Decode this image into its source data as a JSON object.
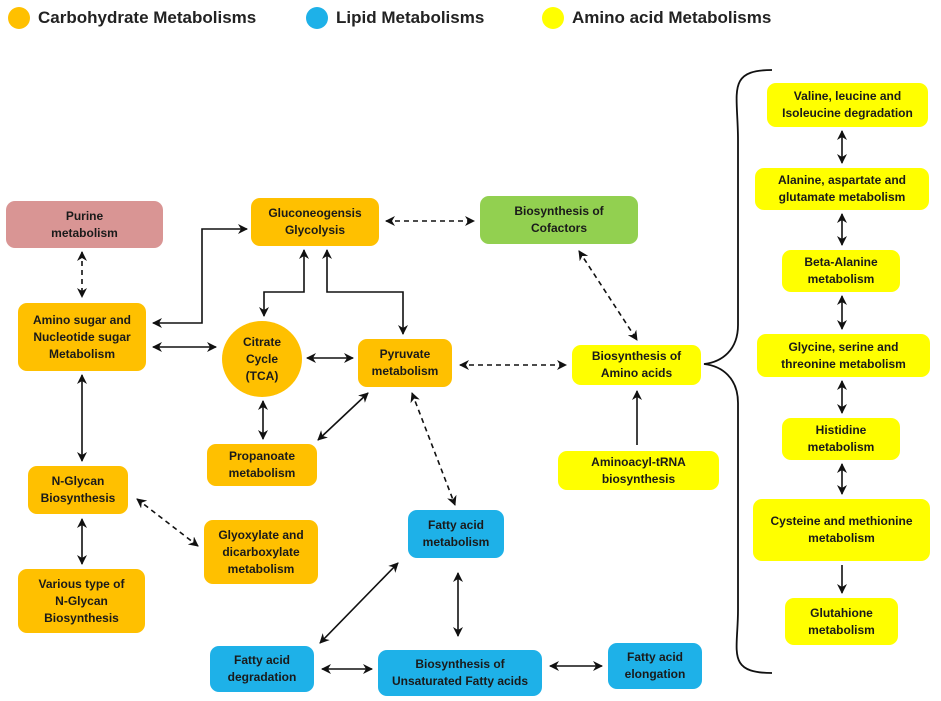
{
  "colors": {
    "carbohydrate": "#FFC000",
    "lipid": "#1EB1E8",
    "amino_acid": "#FFFF00",
    "purine": "#D99594",
    "cofactor": "#92D050",
    "arrow": "#111111"
  },
  "legend": [
    {
      "label": "Carbohydrate Metabolisms",
      "category": "carbohydrate"
    },
    {
      "label": "Lipid Metabolisms",
      "category": "lipid"
    },
    {
      "label": "Amino acid Metabolisms",
      "category": "amino_acid"
    }
  ],
  "nodes": {
    "purine": {
      "label": "Purine\nmetabolism",
      "category": "purine"
    },
    "gluconeo": {
      "label": "Gluconeogensis\nGlycolysis",
      "category": "carbohydrate"
    },
    "cofactors": {
      "label": "Biosynthesis of\nCofactors",
      "category": "cofactor"
    },
    "aminosugar": {
      "label": "Amino sugar and\nNucleotide sugar\nMetabolism",
      "category": "carbohydrate"
    },
    "tca": {
      "label": "Citrate\nCycle\n(TCA)",
      "category": "carbohydrate"
    },
    "pyruvate": {
      "label": "Pyruvate\nmetabolism",
      "category": "carbohydrate"
    },
    "bioamino": {
      "label": "Biosynthesis of\nAmino acids",
      "category": "amino_acid"
    },
    "propanoate": {
      "label": "Propanoate\nmetabolism",
      "category": "carbohydrate"
    },
    "trna": {
      "label": "Aminoacyl-tRNA\nbiosynthesis",
      "category": "amino_acid"
    },
    "nglycan": {
      "label": "N-Glycan\nBiosynthesis",
      "category": "carbohydrate"
    },
    "glyoxylate": {
      "label": "Glyoxylate and\ndicarboxylate\nmetabolism",
      "category": "carbohydrate"
    },
    "variousglycan": {
      "label": "Various type of\nN-Glycan\nBiosynthesis",
      "category": "carbohydrate"
    },
    "fattyacid": {
      "label": "Fatty acid\nmetabolism",
      "category": "lipid"
    },
    "fadegradation": {
      "label": "Fatty acid\ndegradation",
      "category": "lipid"
    },
    "unsaturated": {
      "label": "Biosynthesis of\nUnsaturated Fatty acids",
      "category": "lipid"
    },
    "faelongation": {
      "label": "Fatty acid\nelongation",
      "category": "lipid"
    },
    "valine": {
      "label": "Valine, leucine and\nIsoleucine degradation",
      "category": "amino_acid"
    },
    "alanine": {
      "label": "Alanine, aspartate and\nglutamate metabolism",
      "category": "amino_acid"
    },
    "betaalanine": {
      "label": "Beta-Alanine\nmetabolism",
      "category": "amino_acid"
    },
    "glycine": {
      "label": "Glycine, serine and\nthreonine metabolism",
      "category": "amino_acid"
    },
    "histidine": {
      "label": "Histidine\nmetabolism",
      "category": "amino_acid"
    },
    "cysteine": {
      "label": "Cysteine and methionine\nmetabolism",
      "category": "amino_acid"
    },
    "glutathione": {
      "label": "Glutahione\nmetabolism",
      "category": "amino_acid"
    }
  },
  "edges": [
    {
      "from": "purine",
      "to": "aminosugar",
      "style": "dashed",
      "direction": "both"
    },
    {
      "from": "aminosugar",
      "to": "gluconeo",
      "style": "solid",
      "direction": "both"
    },
    {
      "from": "aminosugar",
      "to": "tca",
      "style": "solid",
      "direction": "both"
    },
    {
      "from": "aminosugar",
      "to": "nglycan",
      "style": "solid",
      "direction": "both"
    },
    {
      "from": "gluconeo",
      "to": "cofactors",
      "style": "dashed",
      "direction": "both"
    },
    {
      "from": "gluconeo",
      "to": "tca",
      "style": "solid",
      "direction": "both"
    },
    {
      "from": "gluconeo",
      "to": "pyruvate",
      "style": "solid",
      "direction": "both"
    },
    {
      "from": "tca",
      "to": "pyruvate",
      "style": "solid",
      "direction": "both"
    },
    {
      "from": "tca",
      "to": "propanoate",
      "style": "solid",
      "direction": "both"
    },
    {
      "from": "propanoate",
      "to": "pyruvate",
      "style": "solid",
      "direction": "both"
    },
    {
      "from": "pyruvate",
      "to": "bioamino",
      "style": "dashed",
      "direction": "both"
    },
    {
      "from": "pyruvate",
      "to": "fattyacid",
      "style": "dashed",
      "direction": "both"
    },
    {
      "from": "cofactors",
      "to": "bioamino",
      "style": "dashed",
      "direction": "both"
    },
    {
      "from": "trna",
      "to": "bioamino",
      "style": "solid",
      "direction": "forward"
    },
    {
      "from": "nglycan",
      "to": "glyoxylate",
      "style": "dashed",
      "direction": "both"
    },
    {
      "from": "nglycan",
      "to": "variousglycan",
      "style": "solid",
      "direction": "both"
    },
    {
      "from": "fattyacid",
      "to": "fadegradation",
      "style": "solid",
      "direction": "both"
    },
    {
      "from": "fattyacid",
      "to": "unsaturated",
      "style": "solid",
      "direction": "both"
    },
    {
      "from": "fadegradation",
      "to": "unsaturated",
      "style": "solid",
      "direction": "both"
    },
    {
      "from": "unsaturated",
      "to": "faelongation",
      "style": "solid",
      "direction": "both"
    },
    {
      "from": "valine",
      "to": "alanine",
      "style": "solid",
      "direction": "both"
    },
    {
      "from": "alanine",
      "to": "betaalanine",
      "style": "solid",
      "direction": "both"
    },
    {
      "from": "betaalanine",
      "to": "glycine",
      "style": "solid",
      "direction": "both"
    },
    {
      "from": "glycine",
      "to": "histidine",
      "style": "solid",
      "direction": "both"
    },
    {
      "from": "histidine",
      "to": "cysteine",
      "style": "solid",
      "direction": "both"
    },
    {
      "from": "cysteine",
      "to": "glutathione",
      "style": "solid",
      "direction": "forward"
    },
    {
      "from": "bioamino",
      "to": "amino-acid-group",
      "style": "brace",
      "direction": "none"
    }
  ]
}
